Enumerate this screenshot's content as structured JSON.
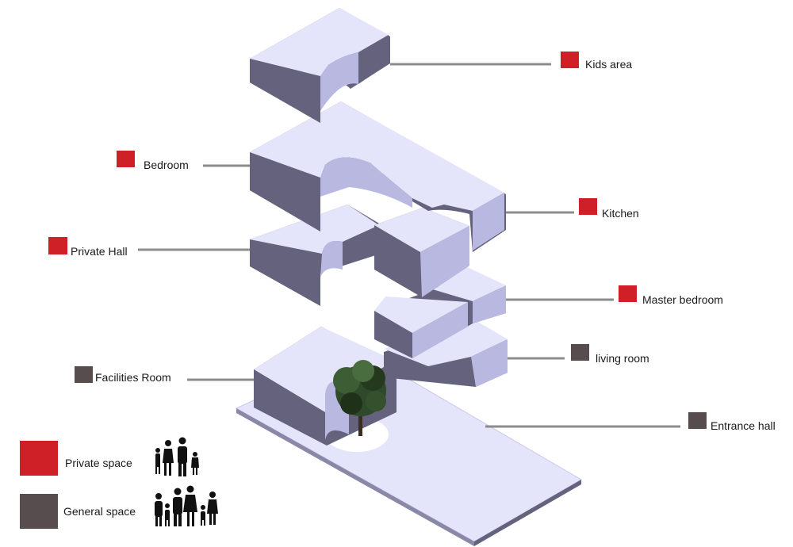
{
  "colors": {
    "private": "#cf2027",
    "general": "#574d4e",
    "slab_top": "#e4e4fb",
    "slab_side": "#64627c",
    "slab_curve": "#b9b8e0",
    "leader": "#8c8c8c",
    "tree": "#2f4a2a"
  },
  "rooms": [
    {
      "id": "kids-area",
      "label": "Kids area",
      "type": "private"
    },
    {
      "id": "bedroom",
      "label": "Bedroom",
      "type": "private"
    },
    {
      "id": "kitchen",
      "label": "Kitchen",
      "type": "private"
    },
    {
      "id": "private-hall",
      "label": "Private Hall",
      "type": "private"
    },
    {
      "id": "master-bedroom",
      "label": "Master bedroom",
      "type": "private"
    },
    {
      "id": "living-room",
      "label": "living room",
      "type": "general"
    },
    {
      "id": "facilities-room",
      "label": "Facilities Room",
      "type": "general"
    },
    {
      "id": "entrance-hall",
      "label": "Entrance hall",
      "type": "general"
    }
  ],
  "legend": [
    {
      "label": "Private space",
      "type": "private",
      "icon": "family-silhouette-icon"
    },
    {
      "label": "General space",
      "type": "general",
      "icon": "group-silhouette-icon"
    }
  ]
}
